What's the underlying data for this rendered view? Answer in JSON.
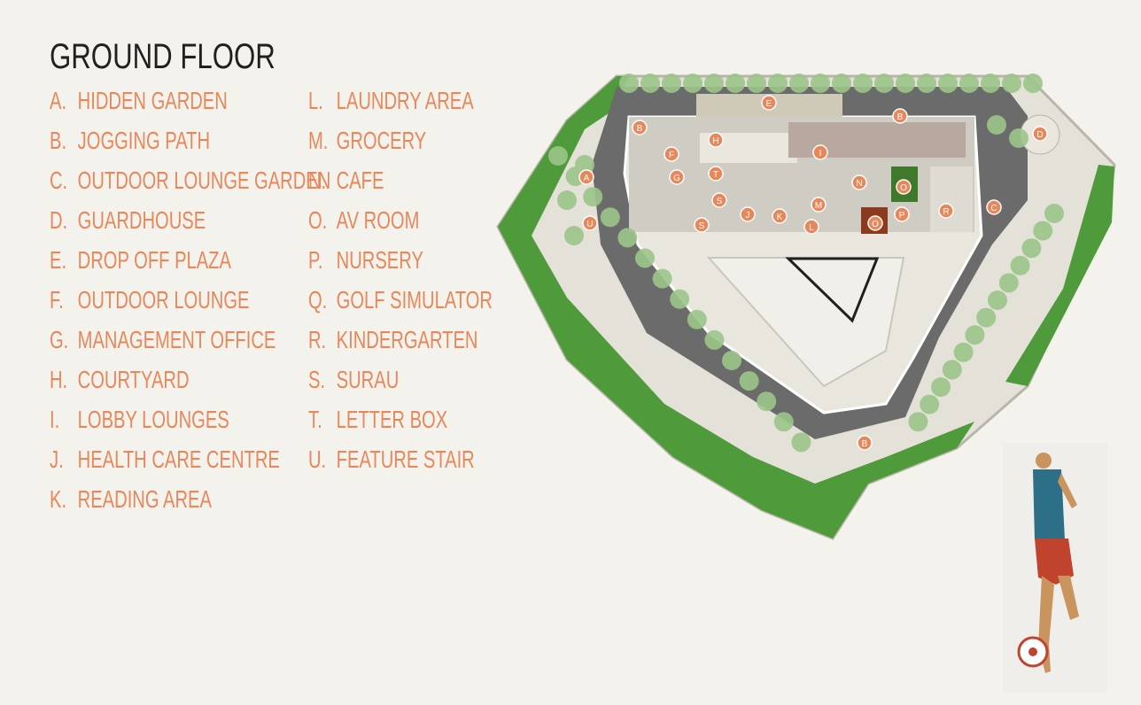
{
  "title": "GROUND FLOOR",
  "legend_left": [
    {
      "letter": "A.",
      "name": "HIDDEN GARDEN"
    },
    {
      "letter": "B.",
      "name": "JOGGING PATH"
    },
    {
      "letter": "C.",
      "name": "OUTDOOR LOUNGE GARDEN"
    },
    {
      "letter": "D.",
      "name": "GUARDHOUSE"
    },
    {
      "letter": "E.",
      "name": "DROP OFF PLAZA"
    },
    {
      "letter": "F.",
      "name": "OUTDOOR LOUNGE"
    },
    {
      "letter": "G.",
      "name": "MANAGEMENT OFFICE"
    },
    {
      "letter": "H.",
      "name": "COURTYARD"
    },
    {
      "letter": "I.",
      "name": "LOBBY LOUNGES"
    },
    {
      "letter": "J.",
      "name": "HEALTH CARE CENTRE"
    },
    {
      "letter": "K.",
      "name": "READING AREA"
    }
  ],
  "legend_right": [
    {
      "letter": "L.",
      "name": "LAUNDRY AREA"
    },
    {
      "letter": "M.",
      "name": "GROCERY"
    },
    {
      "letter": "N.",
      "name": "CAFE"
    },
    {
      "letter": "O.",
      "name": "AV ROOM"
    },
    {
      "letter": "P.",
      "name": "NURSERY"
    },
    {
      "letter": "Q.",
      "name": "GOLF SIMULATOR"
    },
    {
      "letter": "R.",
      "name": "KINDERGARTEN"
    },
    {
      "letter": "S.",
      "name": "SURAU"
    },
    {
      "letter": "T.",
      "name": "LETTER BOX"
    },
    {
      "letter": "U.",
      "name": "FEATURE STAIR"
    }
  ],
  "map_markers": [
    "E",
    "B",
    "B",
    "D",
    "H",
    "I",
    "F",
    "G",
    "T",
    "N",
    "O",
    "A",
    "C",
    "S",
    "J",
    "K",
    "M",
    "R",
    "P",
    "O",
    "S",
    "L",
    "U",
    "B"
  ],
  "colors": {
    "legend_text": "#e8875a",
    "title_text": "#231f20",
    "marker_fill": "#e8875a",
    "lawn": "#4f9a3a",
    "road": "#6b6b6b",
    "tree": "#9cc58a",
    "background": "#f4f2ec"
  }
}
